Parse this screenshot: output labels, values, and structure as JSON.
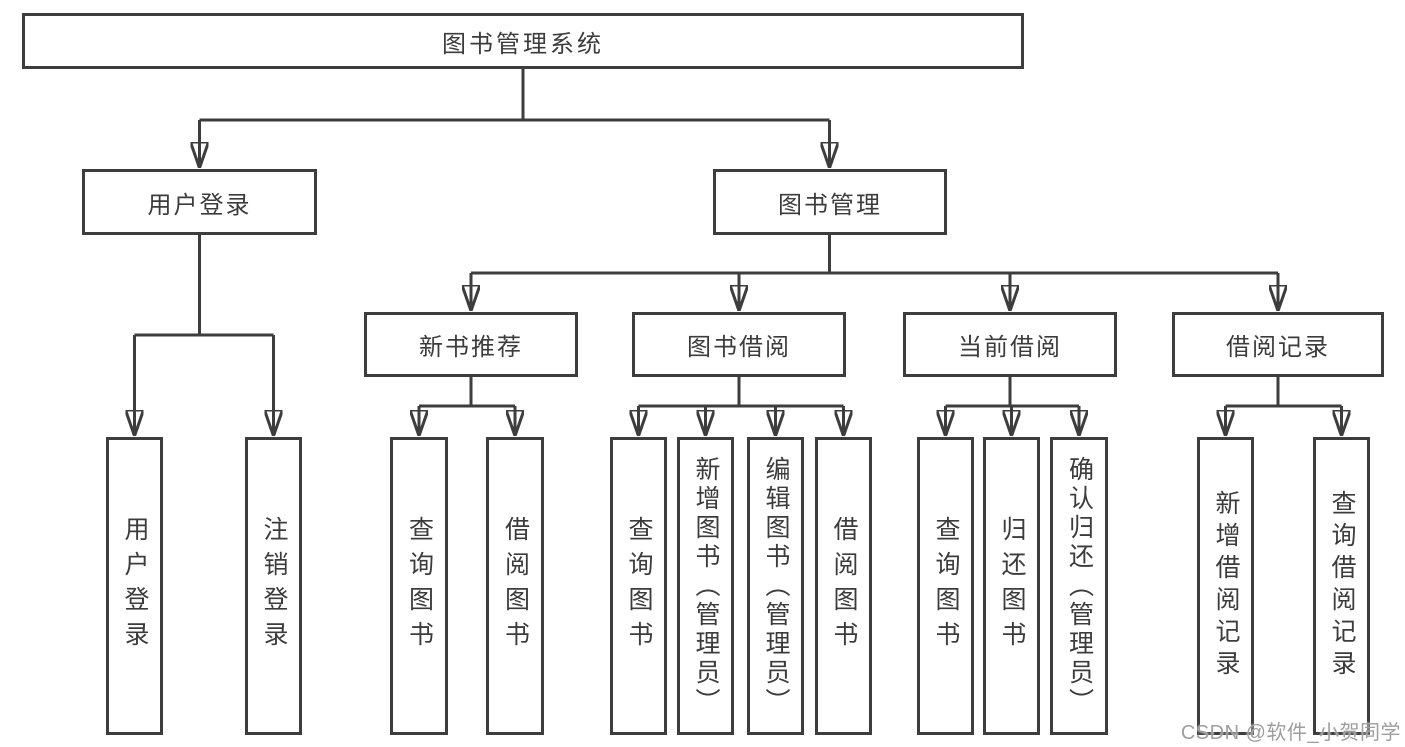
{
  "colors": {
    "line": "#3d3d3d",
    "box_border": "#3d3d3d",
    "text": "#3c3c3c",
    "watermark": "#9e9e9e",
    "background": "#ffffff"
  },
  "nodes": {
    "root": "图书管理系统",
    "user_login": "用户登录",
    "book_mgmt": "图书管理",
    "new_book_rec": "新书推荐",
    "book_borrow": "图书借阅",
    "current_borrow": "当前借阅",
    "borrow_record": "借阅记录",
    "ul_login": "用户登录",
    "ul_logout": "注销登录",
    "nb_query": "查询图书",
    "nb_borrow": "借阅图书",
    "bb_query": "查询图书",
    "bb_add": "新增图书（管理员）",
    "bb_edit": "编辑图书（管理员）",
    "bb_borrow": "借阅图书",
    "cb_query": "查询图书",
    "cb_return": "归还图书",
    "cb_confirm": "确认归还（管理员）",
    "br_add": "新增借阅记录",
    "br_query": "查询借阅记录"
  },
  "watermark": "CSDN @软件_小贺同学"
}
